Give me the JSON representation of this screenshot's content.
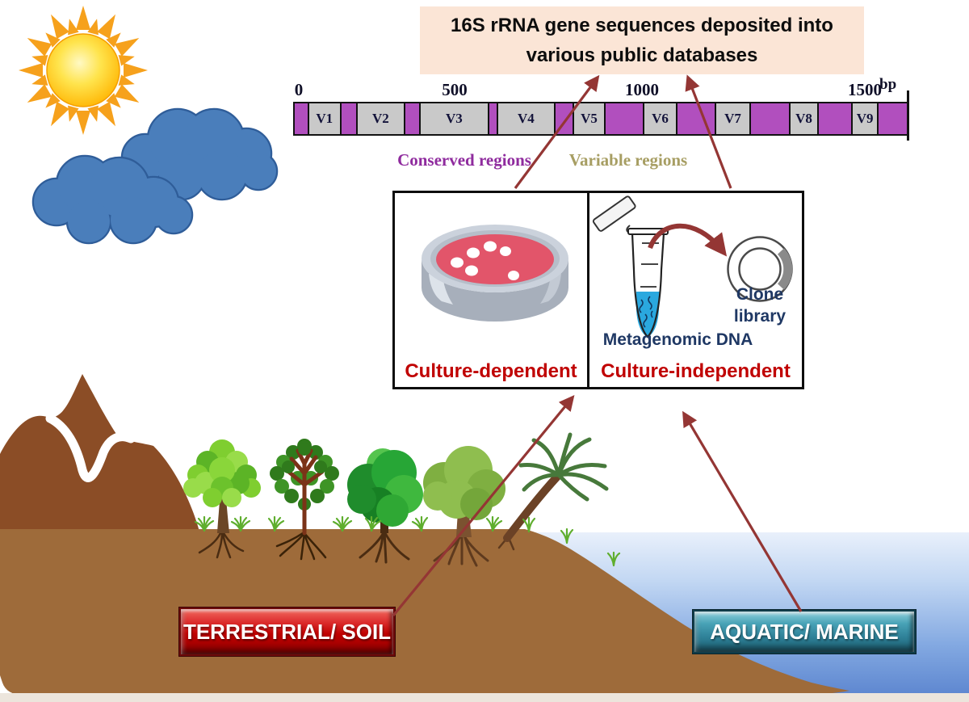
{
  "figure": {
    "title": "16S rRNA gene sequences deposited into\nvarious public databases"
  },
  "gene_map": {
    "ticks": [
      "0",
      "500",
      "1000",
      "1500"
    ],
    "unit": "bp",
    "legend": {
      "conserved": "Conserved regions",
      "variable": "Variable regions"
    },
    "segments": [
      {
        "type": "conserved",
        "label": "",
        "w": 18
      },
      {
        "type": "variable",
        "label": "V1",
        "w": 40
      },
      {
        "type": "conserved",
        "label": "",
        "w": 20
      },
      {
        "type": "variable",
        "label": "V2",
        "w": 60
      },
      {
        "type": "conserved",
        "label": "",
        "w": 19
      },
      {
        "type": "variable",
        "label": "V3",
        "w": 85
      },
      {
        "type": "conserved",
        "label": "",
        "w": 11
      },
      {
        "type": "variable",
        "label": "V4",
        "w": 72
      },
      {
        "type": "conserved",
        "label": "",
        "w": 23
      },
      {
        "type": "variable",
        "label": "V5",
        "w": 39
      },
      {
        "type": "conserved",
        "label": "",
        "w": 48
      },
      {
        "type": "variable",
        "label": "V6",
        "w": 42
      },
      {
        "type": "conserved",
        "label": "",
        "w": 48
      },
      {
        "type": "variable",
        "label": "V7",
        "w": 43
      },
      {
        "type": "conserved",
        "label": "",
        "w": 49
      },
      {
        "type": "variable",
        "label": "V8",
        "w": 36
      },
      {
        "type": "conserved",
        "label": "",
        "w": 42
      },
      {
        "type": "variable",
        "label": "V9",
        "w": 32
      },
      {
        "type": "conserved",
        "label": "",
        "w": 35
      }
    ]
  },
  "methods": {
    "culture_dependent": "Culture-dependent",
    "culture_independent": "Culture-independent",
    "metagenomic_dna": "Metagenomic DNA",
    "clone_library": "Clone\nlibrary"
  },
  "environments": {
    "terrestrial": "TERRESTRIAL/ SOIL",
    "aquatic": "AQUATIC/ MARINE"
  },
  "colors": {
    "title_bg": "#fbe5d6",
    "conserved_segment": "#b14fbe",
    "variable_segment": "#c9c9c9",
    "conserved_label": "#8f2b9e",
    "variable_label": "#a79e63",
    "arrow": "#943634",
    "culture_label": "#c00000",
    "navy_label": "#1f3864",
    "terrestrial_button": "#c00000",
    "aquatic_button": "#31849b",
    "soil": "#9e6b3a",
    "mountain": "#8b4d26",
    "water_deep": "#5e87d0",
    "petri_agar": "#e2556a",
    "tube_liquid": "#2aa8df"
  }
}
